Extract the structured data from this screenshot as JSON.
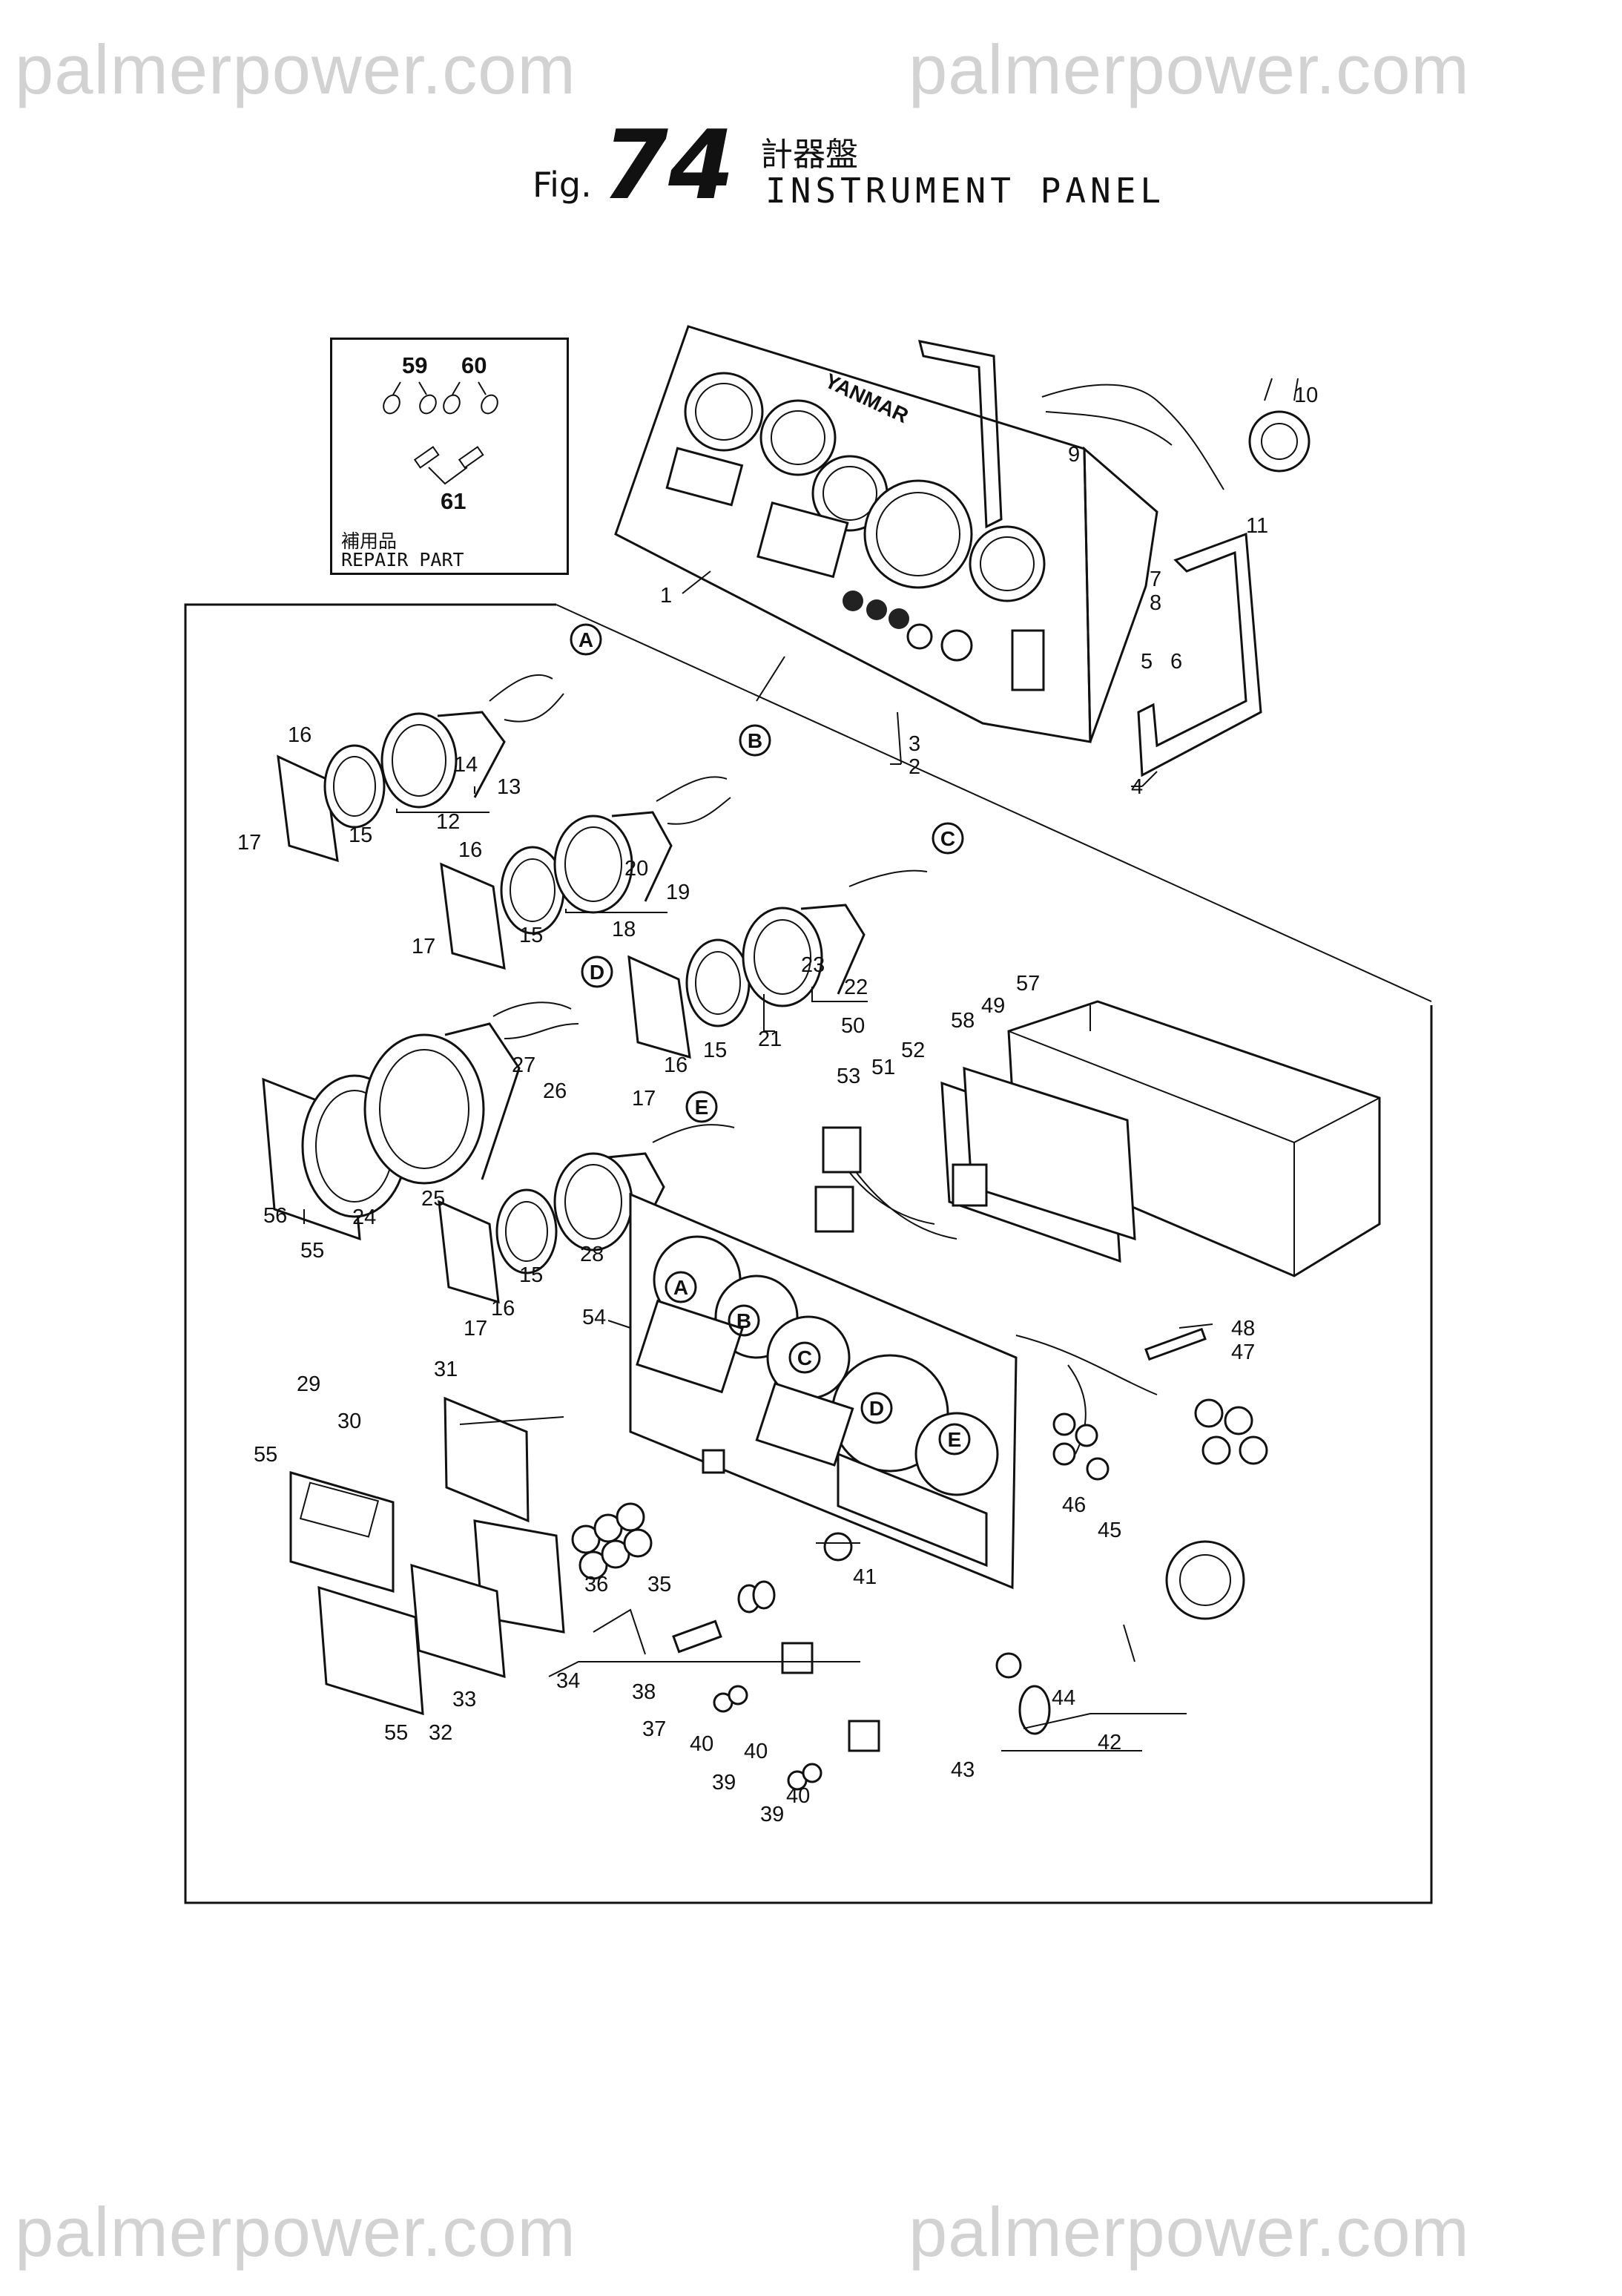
{
  "watermark": "palmerpower.com",
  "figure": {
    "prefix": "Fig.",
    "number": "74",
    "title_jp": "計器盤",
    "title_en": "INSTRUMENT PANEL"
  },
  "repair_part": {
    "label_jp": "補用品",
    "label_en": "REPAIR PART",
    "items": [
      "59",
      "60",
      "61"
    ]
  },
  "reference_circles": [
    "A",
    "B",
    "C",
    "D",
    "E"
  ],
  "part_numbers": [
    "1",
    "2",
    "3",
    "4",
    "5",
    "6",
    "7",
    "8",
    "9",
    "10",
    "11",
    "12",
    "13",
    "14",
    "15",
    "16",
    "17",
    "18",
    "19",
    "20",
    "21",
    "22",
    "23",
    "24",
    "25",
    "26",
    "27",
    "28",
    "29",
    "30",
    "31",
    "32",
    "33",
    "34",
    "35",
    "36",
    "37",
    "38",
    "39",
    "40",
    "41",
    "42",
    "43",
    "44",
    "45",
    "46",
    "47",
    "48",
    "49",
    "50",
    "51",
    "52",
    "53",
    "54",
    "55",
    "56",
    "57",
    "58"
  ],
  "brand_mark": "YANMAR"
}
